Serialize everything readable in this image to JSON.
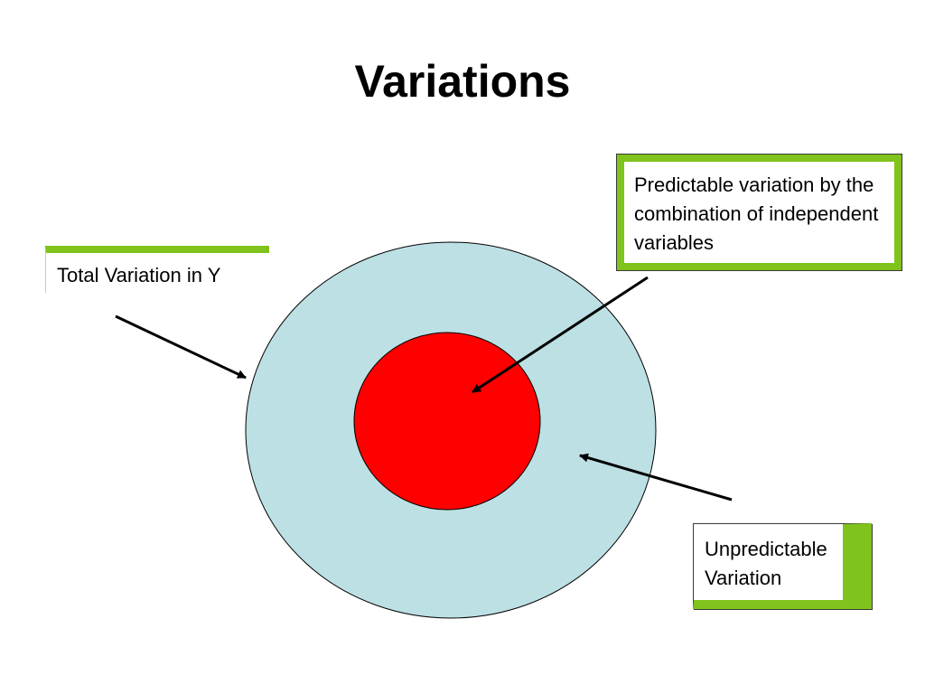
{
  "slide": {
    "title": "Variations"
  },
  "labels": {
    "total": "Total Variation in Y",
    "predictable": "Predictable variation by the combination of independent variables",
    "unpredictable": "Unpredictable Variation"
  },
  "colors": {
    "outer_circle": "#bde0e4",
    "inner_circle": "#ff0000",
    "accent_green": "#80c31c",
    "arrow": "#000000"
  }
}
